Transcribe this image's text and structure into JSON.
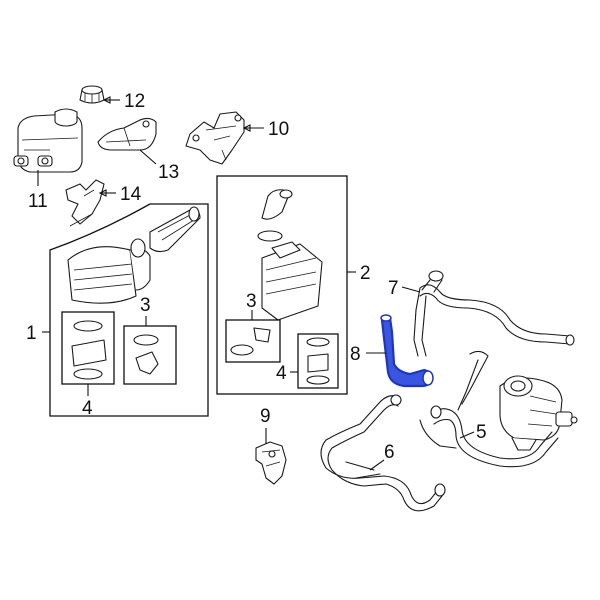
{
  "callouts": {
    "c1": "1",
    "c2": "2",
    "c3a": "3",
    "c3b": "3",
    "c4a": "4",
    "c4b": "4",
    "c5": "5",
    "c6": "6",
    "c7": "7",
    "c8": "8",
    "c9": "9",
    "c10": "10",
    "c11": "11",
    "c12": "12",
    "c13": "13",
    "c14": "14"
  },
  "colors": {
    "highlight": "#3a55e0",
    "line": "#111111",
    "background": "#ffffff"
  }
}
